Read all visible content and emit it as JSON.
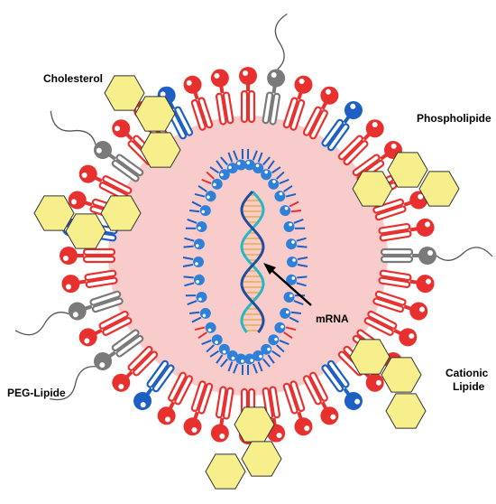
{
  "labels": {
    "cholesterol": "Cholesterol",
    "phospholipid": "Phospholipide",
    "peg_lipid": "PEG-Lipide",
    "cationic_line1": "Cationic",
    "cationic_line2": "Lipide",
    "mrna": "mRNA"
  },
  "colors": {
    "core": "#f9cccc",
    "phospholipid_red": "#e8312f",
    "cationic_blue": "#1e5fc4",
    "peg_grey": "#7a7a7a",
    "cholesterol_yellow": "#f7ef8c",
    "inner_blue": "#2f80d8",
    "helix_teal": "#26b6c4"
  }
}
